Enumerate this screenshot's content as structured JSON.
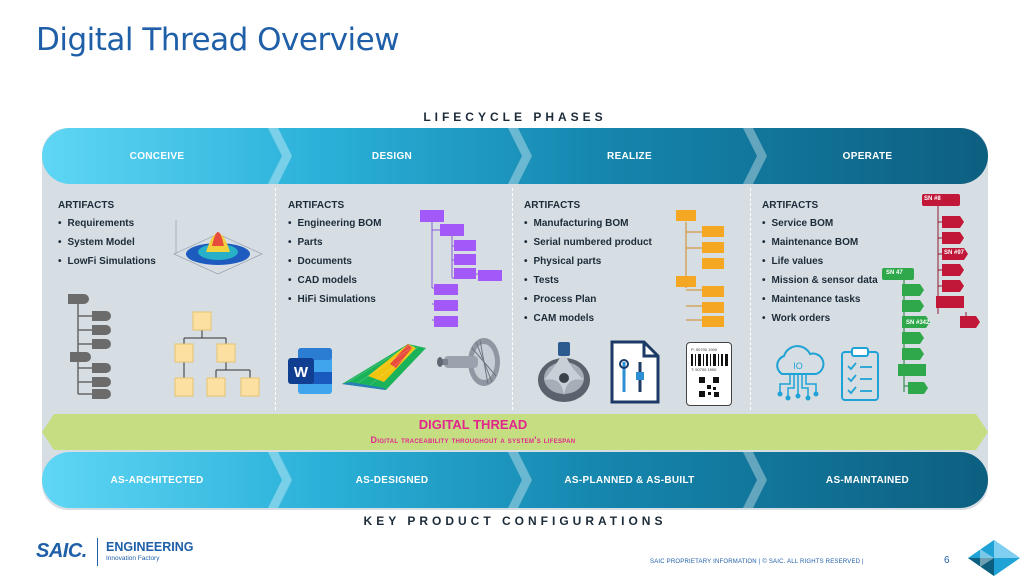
{
  "title": "Digital Thread Overview",
  "lifecycle_caption": "LIFECYCLE PHASES",
  "configs_caption": "KEY PRODUCT CONFIGURATIONS",
  "phases": [
    {
      "label": "CONCEIVE"
    },
    {
      "label": "DESIGN"
    },
    {
      "label": "REALIZE"
    },
    {
      "label": "OPERATE"
    }
  ],
  "columns": [
    {
      "heading": "ARTIFACTS",
      "items": [
        "Requirements",
        "System Model",
        "LowFi Simulations"
      ]
    },
    {
      "heading": "ARTIFACTS",
      "items": [
        "Engineering BOM",
        "Parts",
        "Documents",
        "CAD models",
        "HiFi  Simulations"
      ]
    },
    {
      "heading": "ARTIFACTS",
      "items": [
        "Manufacturing BOM",
        "Serial numbered product",
        "Physical parts",
        "Tests",
        "Process Plan",
        "CAM models"
      ]
    },
    {
      "heading": "ARTIFACTS",
      "items": [
        "Service BOM",
        "Maintenance BOM",
        "Life values",
        "Mission & sensor data",
        "Maintenance tasks",
        "Work orders"
      ]
    }
  ],
  "digital_thread": {
    "title": "DIGITAL THREAD",
    "subtitle": "Digital traceability throughout a system's lifespan"
  },
  "configurations": [
    {
      "label": "AS-ARCHITECTED"
    },
    {
      "label": "AS-DESIGNED"
    },
    {
      "label": "AS-PLANNED & AS-BUILT"
    },
    {
      "label": "AS-MAINTAINED"
    }
  ],
  "serial_tags": [
    "SN #8",
    "SN #97",
    "SN 47",
    "SN #342"
  ],
  "barcode_text": [
    "P: 50700 1900",
    "T: 50700 1900"
  ],
  "logo": {
    "brand": "SAIC.",
    "unit": "ENGINEERING",
    "unit_sub": "Innovation Factory"
  },
  "footer": {
    "text": "SAIC PROPRIETARY INFORMATION   |   © SAIC. ALL RIGHTS RESERVED   |",
    "page": "6"
  },
  "colors": {
    "title": "#1f5fa8",
    "band_start": "#5fd6f5",
    "band_end": "#0d5f80",
    "thread": "#c5de82",
    "thread_text": "#e3268c",
    "panel": "#d6dde3",
    "purple_tree": "#a259f7",
    "orange_tree": "#f5a623",
    "green_tree": "#2ea84a",
    "red_tree": "#c1183a"
  },
  "icons": [
    "hierarchy-tree-icon",
    "flowchart-icon",
    "surface-plot-icon",
    "word-doc-icon",
    "fea-mesh-icon",
    "turbine-icon",
    "impeller-icon",
    "spec-document-icon",
    "barcode-label-icon",
    "cloud-iot-icon",
    "checklist-icon",
    "saic-pyramid-logo-icon"
  ]
}
